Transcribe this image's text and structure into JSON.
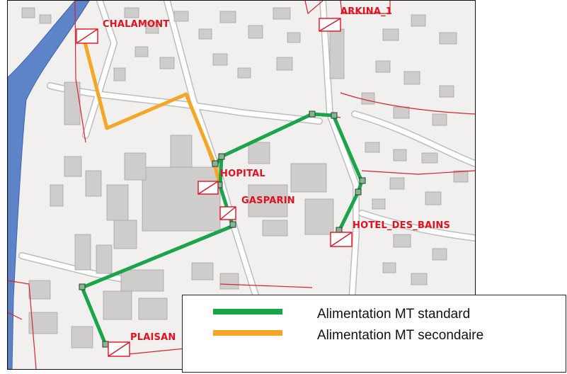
{
  "colors": {
    "standard": "#1aa54b",
    "secondaire": "#f5a623",
    "substation": "#e3101e",
    "parcel": "#d9232e",
    "river": "#5d84c8",
    "building": "#cfcccc"
  },
  "substations": [
    {
      "name": "CHALAMONT"
    },
    {
      "name": "ARKINA_1"
    },
    {
      "name": "HOPITAL"
    },
    {
      "name": "GASPARIN"
    },
    {
      "name": "HOTEL_DES_BAINS"
    },
    {
      "name": "PLAISAN"
    }
  ],
  "legend": {
    "items": [
      {
        "label": "Alimentation MT standard",
        "icon": "green-line"
      },
      {
        "label": "Alimentation MT secondaire",
        "icon": "orange-line"
      }
    ]
  }
}
